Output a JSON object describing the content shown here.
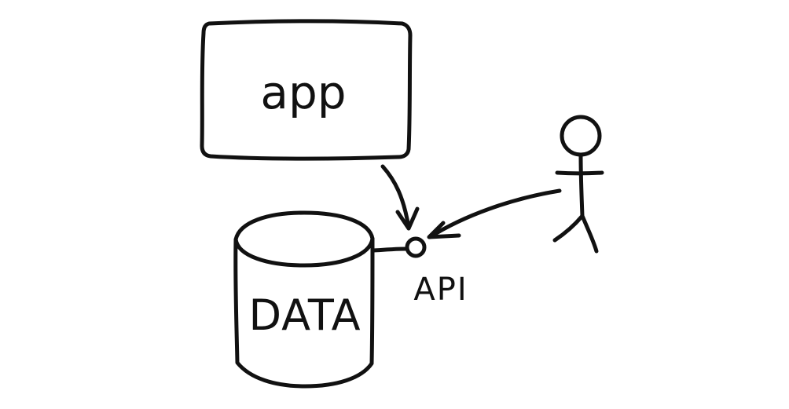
{
  "diagram": {
    "app_box": {
      "label": "app"
    },
    "database": {
      "label": "DATA"
    },
    "api": {
      "label": "API"
    }
  },
  "colors": {
    "ink": "#111111",
    "background": "#ffffff"
  },
  "icons": {
    "user": "stick-figure-icon",
    "api_endpoint": "circle-icon"
  }
}
